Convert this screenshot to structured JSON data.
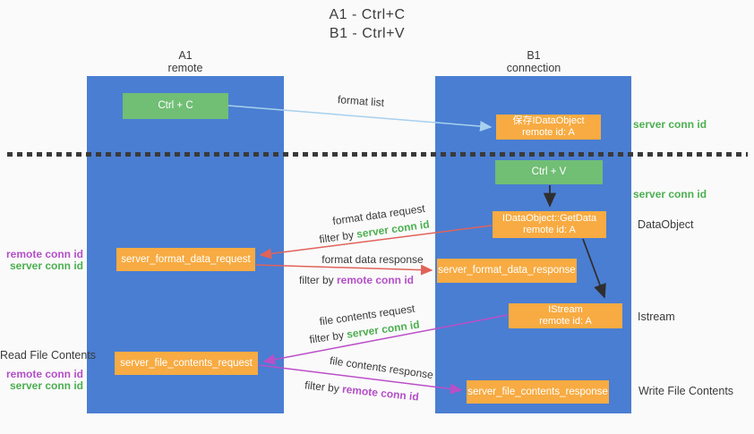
{
  "title": {
    "line1": "A1 - Ctrl+C",
    "line2": "B1 - Ctrl+V"
  },
  "columns": {
    "a1": {
      "name": "A1",
      "subtitle": "remote"
    },
    "b1": {
      "name": "B1",
      "subtitle": "connection"
    }
  },
  "nodes": {
    "ctrl_c": {
      "label": "Ctrl + C"
    },
    "ctrl_v": {
      "label": "Ctrl + V"
    },
    "save_dataobject": {
      "line1": "保存IDataObject",
      "line2": "remote id: A"
    },
    "getdata": {
      "line1": "IDataObject::GetData",
      "line2": "remote id: A"
    },
    "istream": {
      "line1": "IStream",
      "line2": "remote id: A"
    },
    "format_request": {
      "label": "server_format_data_request"
    },
    "format_response": {
      "label": "server_format_data_response"
    },
    "file_request": {
      "label": "server_file_contents_request"
    },
    "file_response": {
      "label": "server_file_contents_response"
    }
  },
  "left_annotations": {
    "remote_conn_id_1": "remote conn id",
    "server_conn_id_1": "server conn id",
    "read_file_contents": "Read File Contents",
    "remote_conn_id_2": "remote conn id",
    "server_conn_id_2": "server conn id"
  },
  "right_annotations": {
    "server_conn_id_1": "server conn id",
    "server_conn_id_2": "server conn id",
    "dataobject": "DataObject",
    "istream": "Istream",
    "write_file_contents": "Write File Contents"
  },
  "arrow_labels": {
    "format_list": "format list",
    "format_data_request": "format data request",
    "format_data_request_filter_prefix": "filter by ",
    "format_data_request_filter_value": "server conn id",
    "format_data_response": "format data response",
    "format_data_response_filter_prefix": "filter by ",
    "format_data_response_filter_value": "remote conn id",
    "file_contents_request": "file contents request",
    "file_contents_request_filter_prefix": "filter by ",
    "file_contents_request_filter_value": "server conn id",
    "file_contents_response": "file contents response",
    "file_contents_response_filter_prefix": "filter by ",
    "file_contents_response_filter_value": "remote conn id"
  },
  "colors": {
    "column_blue": "#4a7ed2",
    "node_orange": "#f7ab42",
    "node_green": "#71be75",
    "accent_green": "#4caf50",
    "accent_magenta": "#b44fc8",
    "arrow_red": "#e0635a",
    "arrow_light_blue": "#a6d0ee",
    "arrow_black": "#2f2f2f"
  }
}
